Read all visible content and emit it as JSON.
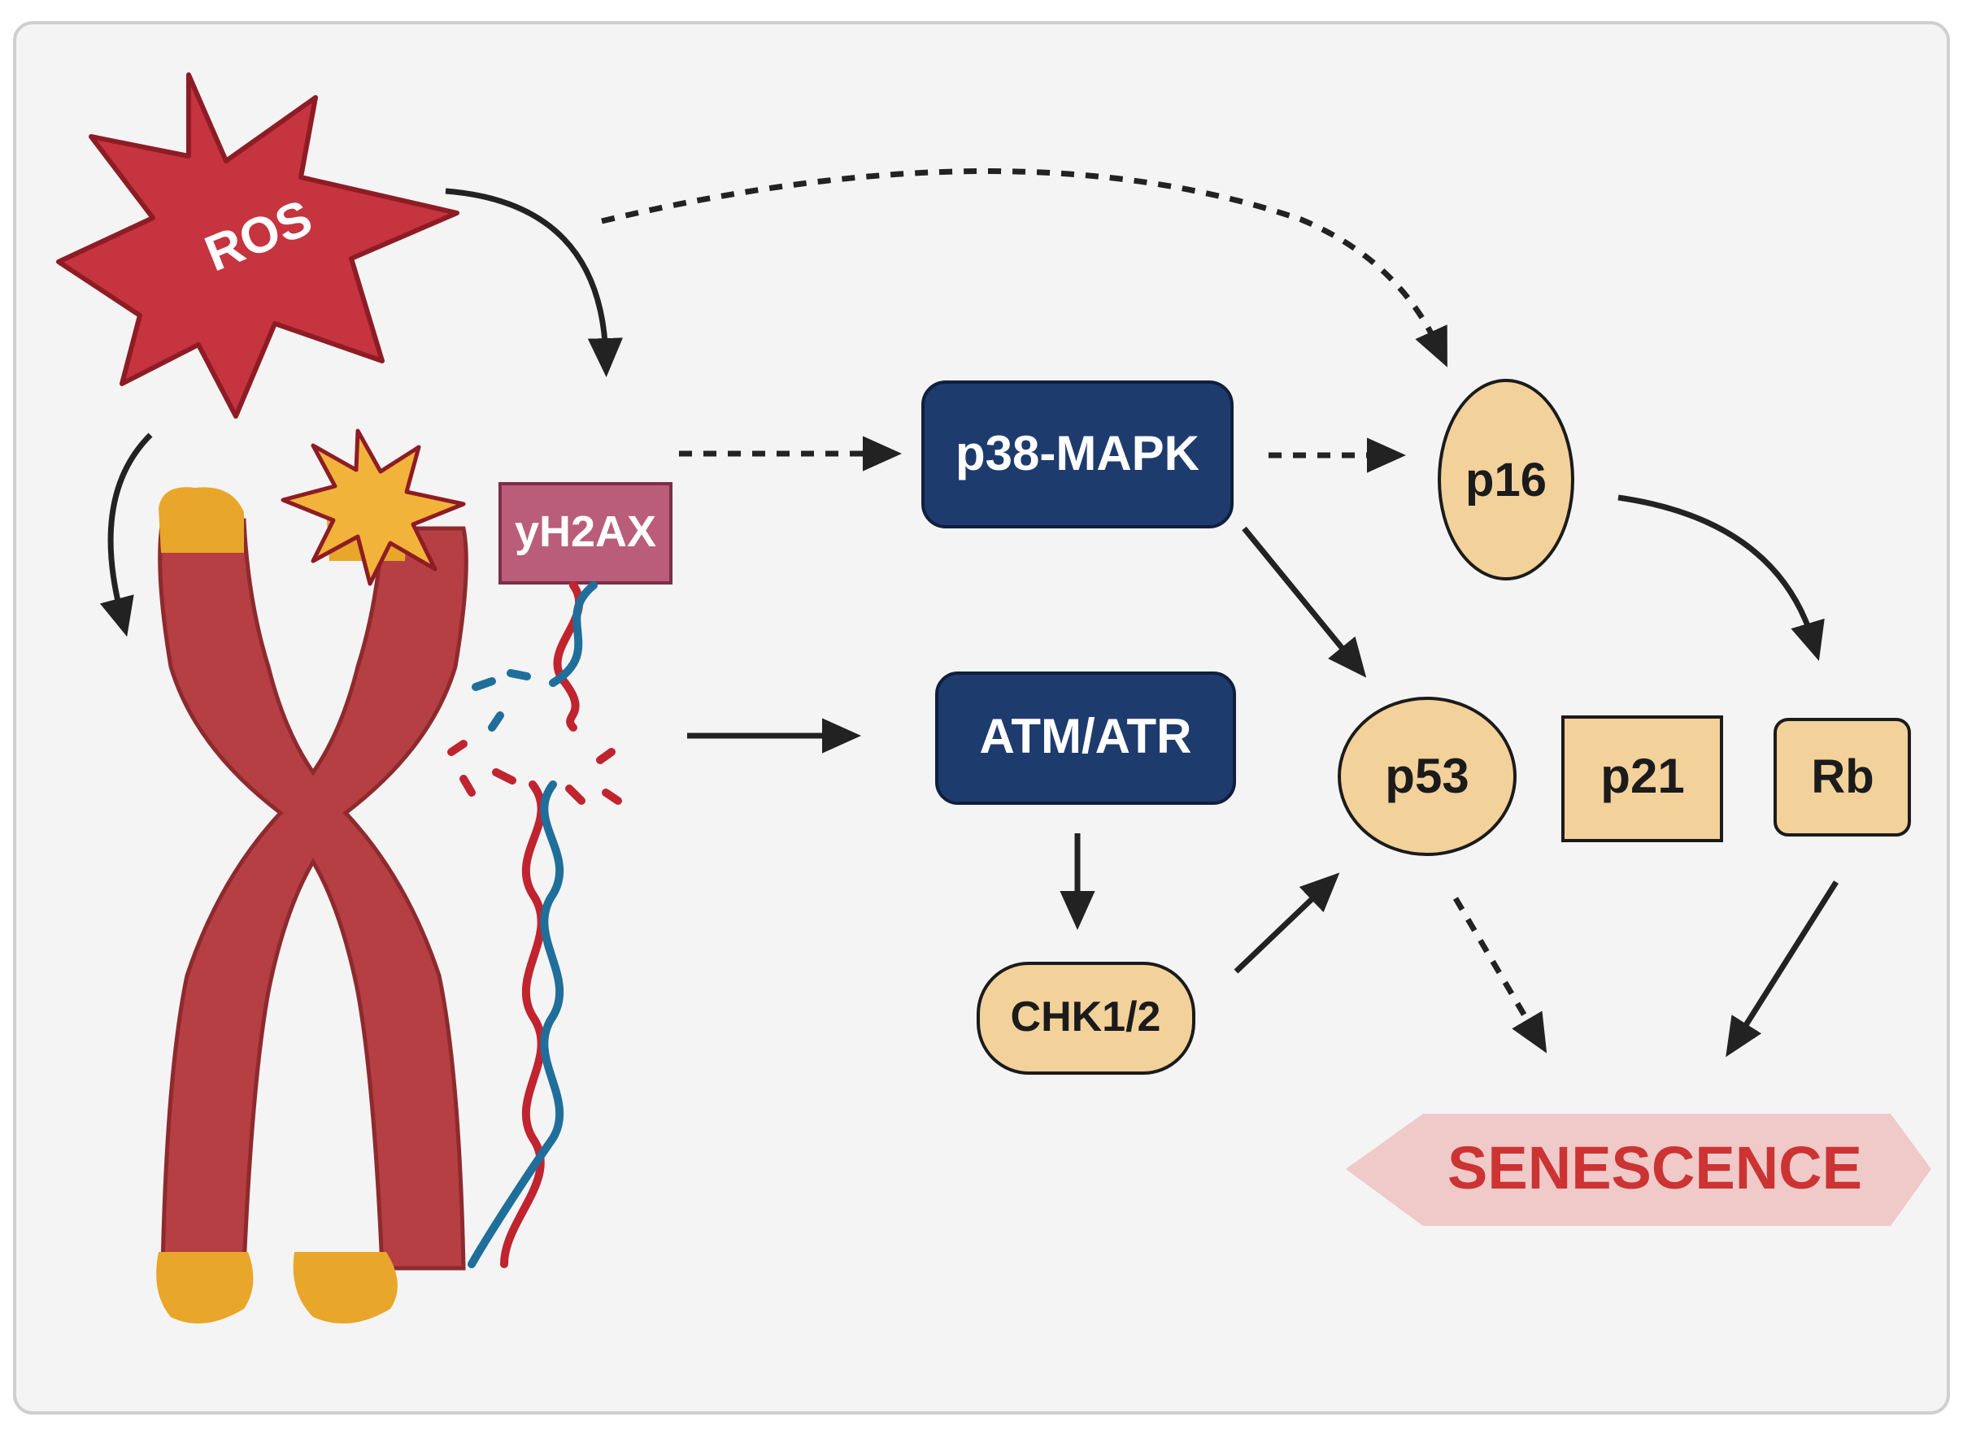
{
  "labels": {
    "ros": "ROS",
    "yh2ax": "yH2AX",
    "p38": "p38-MAPK",
    "atm": "ATM/ATR",
    "chk": "CHK1/2",
    "p16": "p16",
    "p53": "p53",
    "p21": "p21",
    "rb": "Rb",
    "senescence": "SENESCENCE"
  },
  "colors": {
    "panel_bg": "#f4f4f4",
    "panel_border": "#cfcfcf",
    "ros_fill": "#c5343f",
    "ros_stroke": "#8e1c24",
    "chromosome": "#b53f43",
    "chromosome_dark": "#8e2a2e",
    "telomere": "#e8a62b",
    "burst": "#f2b33a",
    "yh2ax_fill": "#b95d7a",
    "dna_red": "#c0242f",
    "dna_blue": "#1f6f9a",
    "node_blue": "#1e3b6e",
    "node_tan": "#f2d19b",
    "node_stroke": "#1b1b1b",
    "senescence_fill": "#f0c9c9",
    "senescence_text": "#cc3333",
    "arrow": "#222222"
  }
}
